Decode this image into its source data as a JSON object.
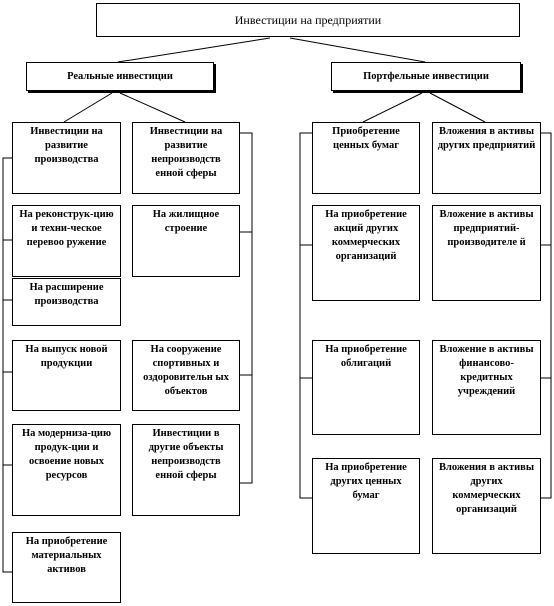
{
  "root": "Инвестиции  на предприятии",
  "real": {
    "title": "Реальные инвестиции",
    "col1": [
      "Инвестиции на развитие производства",
      "На реконструк-цию и техни-ческое перевоо ружение",
      "На расширение производства",
      "На выпуск новой продукции",
      "На модерниза-цию продук-ции и освоение новых ресурсов",
      "На приобретение материальных активов"
    ],
    "col2": [
      "Инвестиции на развитие непроизводств енной сферы",
      "На жилищное строение",
      "На сооружение спортивных и оздоровительн ых объектов",
      "Инвестиции в другие объекты непроизводств енной сферы"
    ]
  },
  "portfolio": {
    "title": "Портфельные инвестиции",
    "col1": [
      "Приобретение ценных бумаг",
      "На приобретение акций других коммерческих организаций",
      "На приобретение облигаций",
      "На приобретение других ценных бумаг"
    ],
    "col2": [
      "Вложения в активы других предприятий",
      "Вложение в активы предприятий-производителе й",
      "Вложение в активы финансово-кредитных учреждений",
      "Вложения в активы других коммерческих организаций"
    ]
  }
}
